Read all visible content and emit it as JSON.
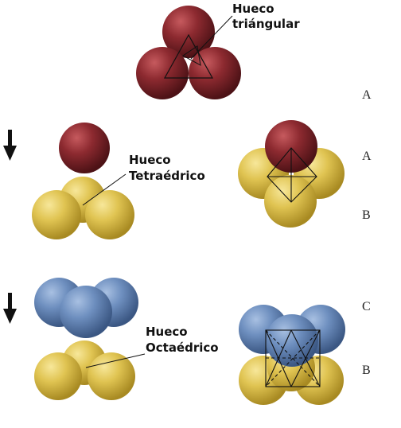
{
  "labels": {
    "triangular_hole": [
      "Hueco",
      "triángular"
    ],
    "tetrahedral_hole": [
      "Hueco",
      "Tetraédrico"
    ],
    "octahedral_hole": [
      "Hueco",
      "Octaédrico"
    ]
  },
  "layers": {
    "top_right": "A",
    "middle_upper": "A",
    "middle_lower": "B",
    "bottom_upper": "C",
    "bottom_lower": "B"
  },
  "colors": {
    "red": "#8b2b30",
    "yellow": "#e0c452",
    "blue": "#6e8fbf",
    "arrow": "#111111"
  },
  "icons": {
    "arrow": "down-arrow-icon"
  }
}
